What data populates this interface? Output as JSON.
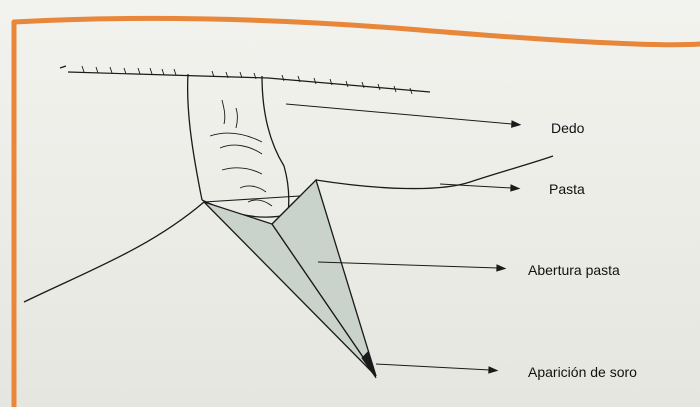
{
  "figure": {
    "labels": {
      "dedo": "Dedo",
      "pasta": "Pasta",
      "abertura_pasta": "Abertura pasta",
      "aparicion_soro": "Aparición de soro"
    },
    "colors": {
      "border": "#e8863a",
      "ink": "#1a1a1a",
      "shaded_flap": "#c9d3cc"
    }
  }
}
